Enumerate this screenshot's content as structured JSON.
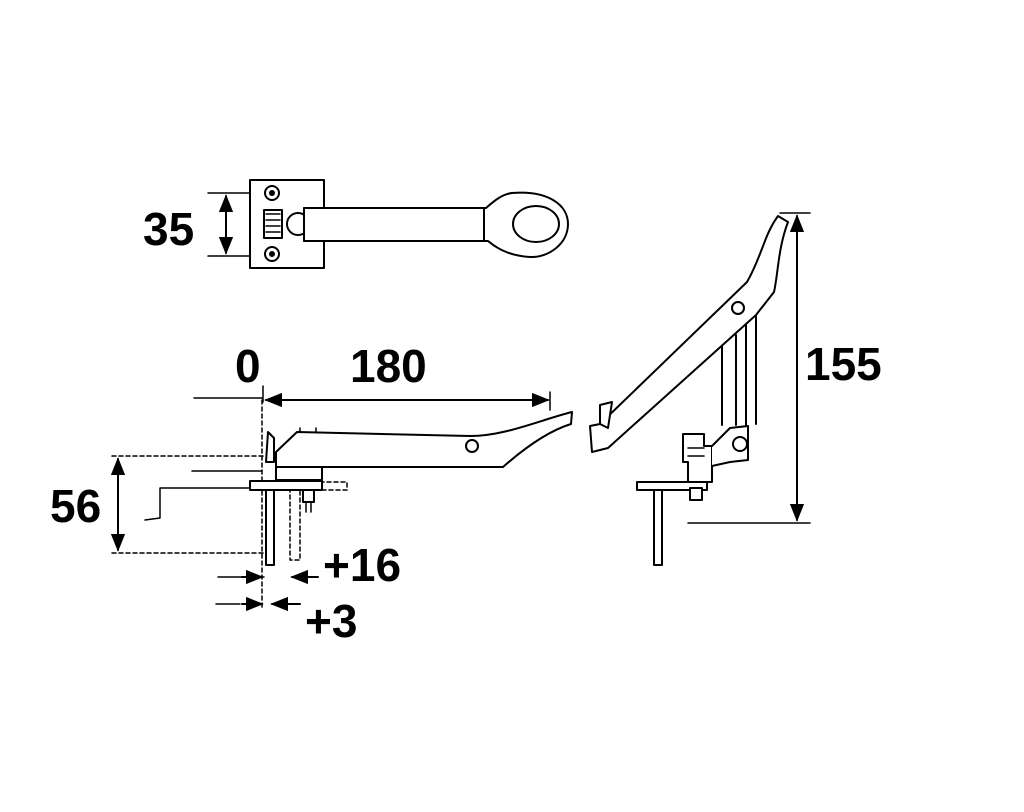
{
  "dimensions": {
    "width_35": "35",
    "origin_0": "0",
    "length_180": "180",
    "height_155": "155",
    "height_56": "56",
    "offset_plus16": "+16",
    "offset_plus3": "+3"
  },
  "colors": {
    "line": "#000000",
    "background": "#ffffff"
  }
}
